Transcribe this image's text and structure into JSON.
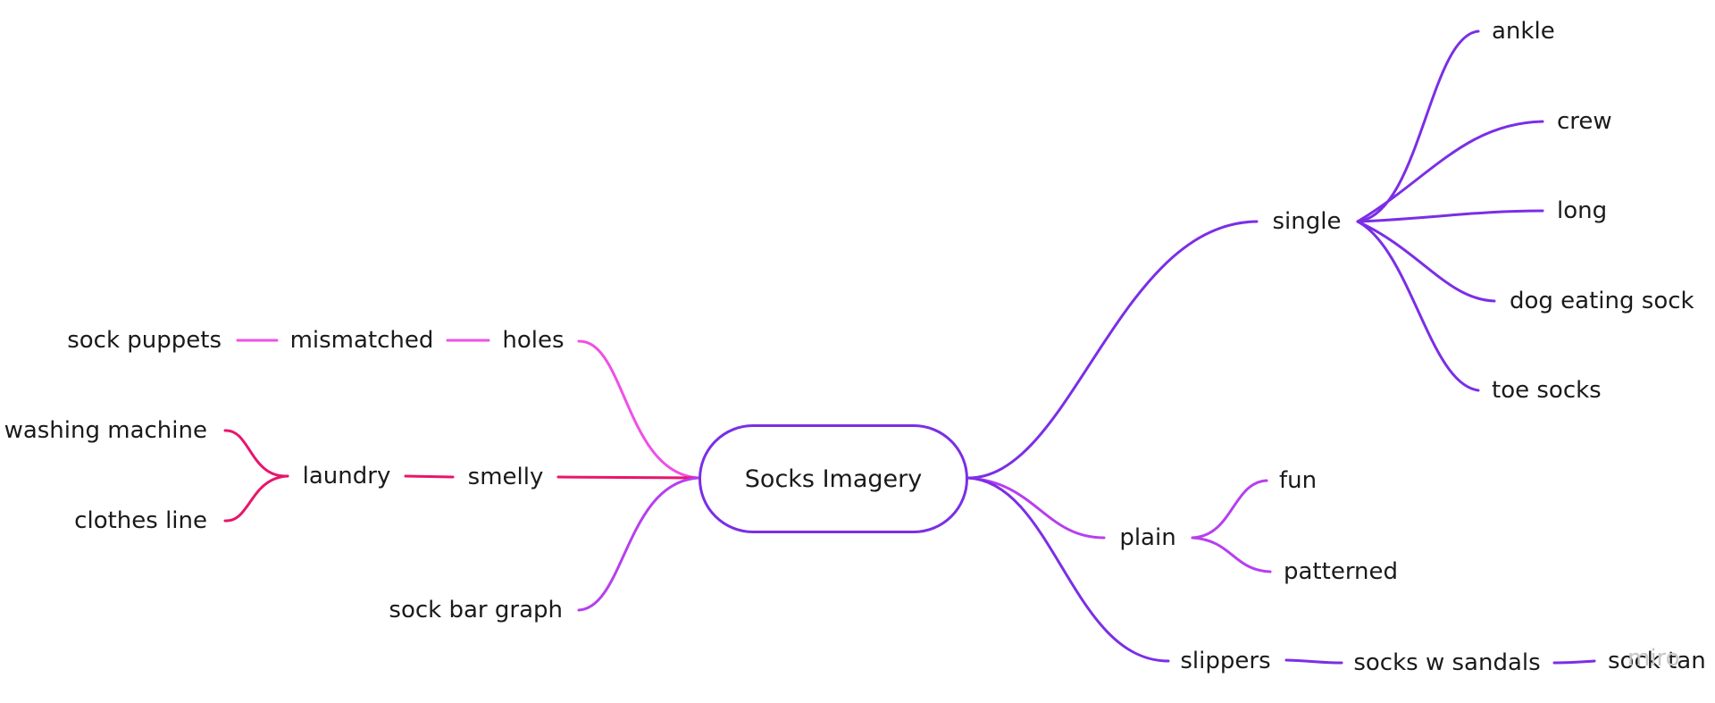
{
  "colors": {
    "purple": "#7b2ee6",
    "violet": "#b63ff0",
    "pink": "#f050e6",
    "crimson": "#e8156c"
  },
  "root": {
    "label": "Socks Imagery"
  },
  "nodes": {
    "single": "single",
    "ankle": "ankle",
    "crew": "crew",
    "long": "long",
    "dog_eating_sock": "dog eating sock",
    "toe_socks": "toe socks",
    "plain": "plain",
    "fun": "fun",
    "patterned": "patterned",
    "slippers": "slippers",
    "socks_w_sandals": "socks w sandals",
    "sock_tan": "sock tan",
    "holes": "holes",
    "mismatched": "mismatched",
    "sock_puppets": "sock puppets",
    "smelly": "smelly",
    "laundry": "laundry",
    "washing_machine": "washing machine",
    "clothes_line": "clothes line",
    "sock_bar_graph": "sock bar graph"
  },
  "watermark": "miro"
}
